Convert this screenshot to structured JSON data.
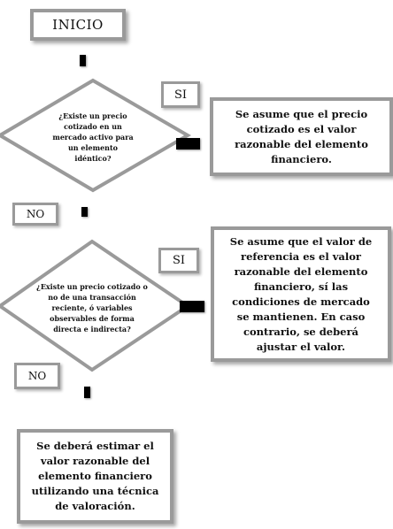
{
  "start": {
    "label": "INICIO"
  },
  "decision1": {
    "question": "¿Existe un precio cotizado en un mercado activo para un elemento idéntico?",
    "yes_label": "SI",
    "no_label": "NO",
    "yes_result": "Se asume que el precio cotizado es el valor razonable del elemento financiero."
  },
  "decision2": {
    "question": "¿Existe un precio cotizado o no de una transacción reciente, ó variables observables de forma directa e indirecta?",
    "yes_label": "SI",
    "no_label": "NO",
    "yes_result": "Se asume que el valor de referencia es el valor razonable del elemento financiero, sí las condiciones de mercado se mantienen. En caso contrario, se deberá ajustar el valor."
  },
  "end": {
    "result": "Se deberá estimar el valor razonable del elemento financiero utilizando una técnica de valoración."
  }
}
